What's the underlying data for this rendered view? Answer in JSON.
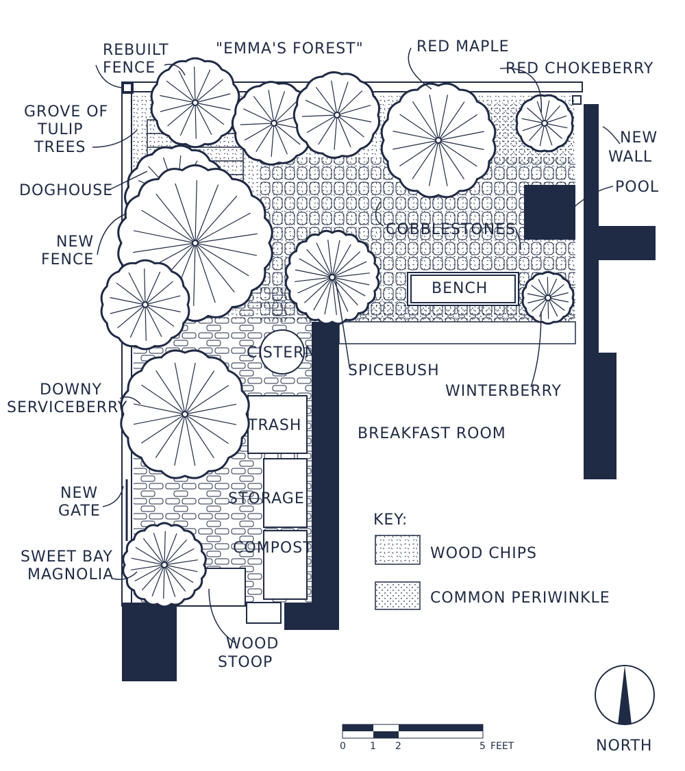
{
  "title": "\"EMMA'S FOREST\"",
  "labels": {
    "rebuilt_fence": [
      "REBUILT",
      "FENCE"
    ],
    "grove": [
      "GROVE OF",
      "TULIP",
      "TREES"
    ],
    "doghouse": "DOGHOUSE",
    "new_fence": [
      "NEW",
      "FENCE"
    ],
    "downy": [
      "DOWNY",
      "SERVICEBERRY"
    ],
    "new_gate": [
      "NEW",
      "GATE"
    ],
    "sweet_bay": [
      "SWEET BAY",
      "MAGNOLIA"
    ],
    "red_maple": "RED MAPLE",
    "red_chokeberry": "RED CHOKEBERRY",
    "new_wall": [
      "NEW",
      "WALL"
    ],
    "pool": "POOL",
    "cobblestones": "COBBLESTONES",
    "bench": "BENCH",
    "cistern": "CISTERN",
    "spicebush": "SPICEBUSH",
    "winterberry": "WINTERBERRY",
    "breakfast_room": "BREAKFAST ROOM",
    "trash": "TRASH",
    "storage": "STORAGE",
    "compost": "COMPOST",
    "wood_stoop": [
      "WOOD",
      "STOOP"
    ]
  },
  "key": {
    "title": "KEY:",
    "items": [
      "WOOD CHIPS",
      "COMMON PERIWINKLE"
    ]
  },
  "scale": {
    "ticks": [
      "0",
      "1",
      "2",
      "5"
    ],
    "unit": "FEET"
  },
  "north": "NORTH",
  "colors": {
    "ink": "#1f2a44",
    "paper": "#ffffff"
  }
}
